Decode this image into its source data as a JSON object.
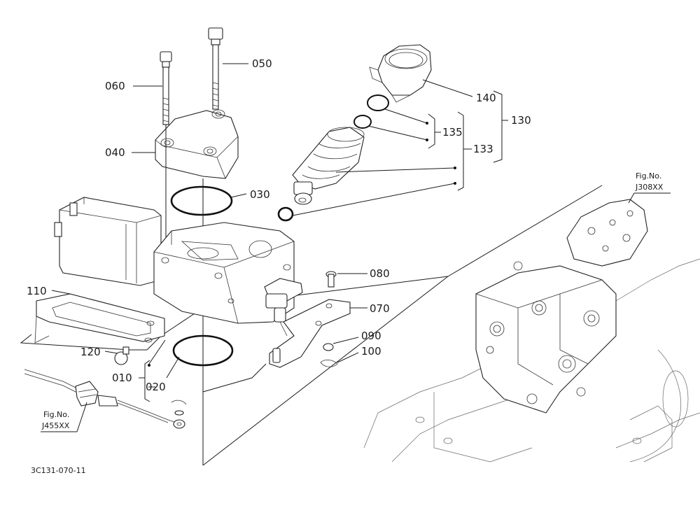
{
  "parts": {
    "p010": "010",
    "p020": "020",
    "p030": "030",
    "p040": "040",
    "p050": "050",
    "p060": "060",
    "p070": "070",
    "p080": "080",
    "p090": "090",
    "p100": "100",
    "p110": "110",
    "p120": "120",
    "p130": "130",
    "p133": "133",
    "p135": "135",
    "p140": "140"
  },
  "references": {
    "upper_fig_label": "Fig.No.",
    "upper_fig_number": "J308XX",
    "lower_fig_label": "Fig.No.",
    "lower_fig_number": "J455XX"
  },
  "drawing_code": "3C131-070-11"
}
